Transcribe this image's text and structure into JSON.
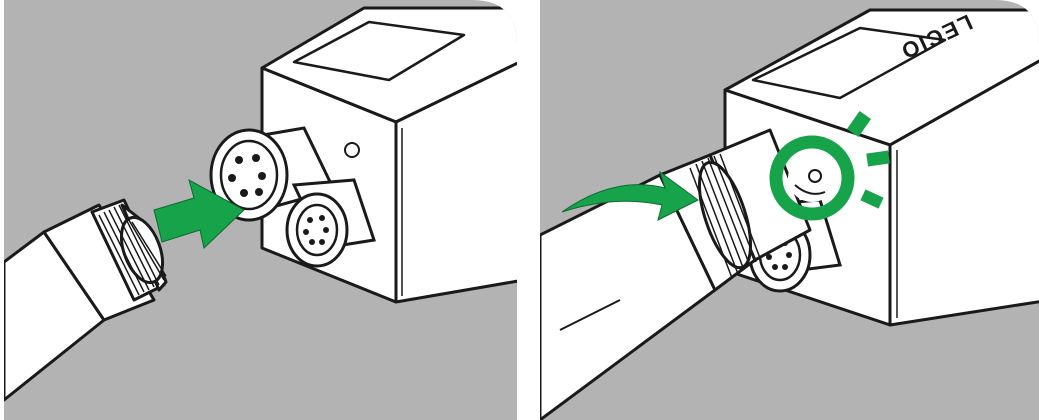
{
  "figure": {
    "panels": [
      {
        "id": "left",
        "caption": "",
        "action": "insert-connector",
        "arrow_icon": "push-arrow-icon"
      },
      {
        "id": "right",
        "caption": "",
        "action": "rotate-to-tighten",
        "arrow_icon": "rotate-arrow-icon",
        "indicator_icon": "led-light-icon"
      }
    ],
    "device": {
      "brand_text": "LECIO"
    },
    "colors": {
      "background_gray": "#b3b3b3",
      "accent_green": "#17a34a",
      "outline": "#1a1a1a",
      "device_fill": "#ffffff"
    }
  }
}
